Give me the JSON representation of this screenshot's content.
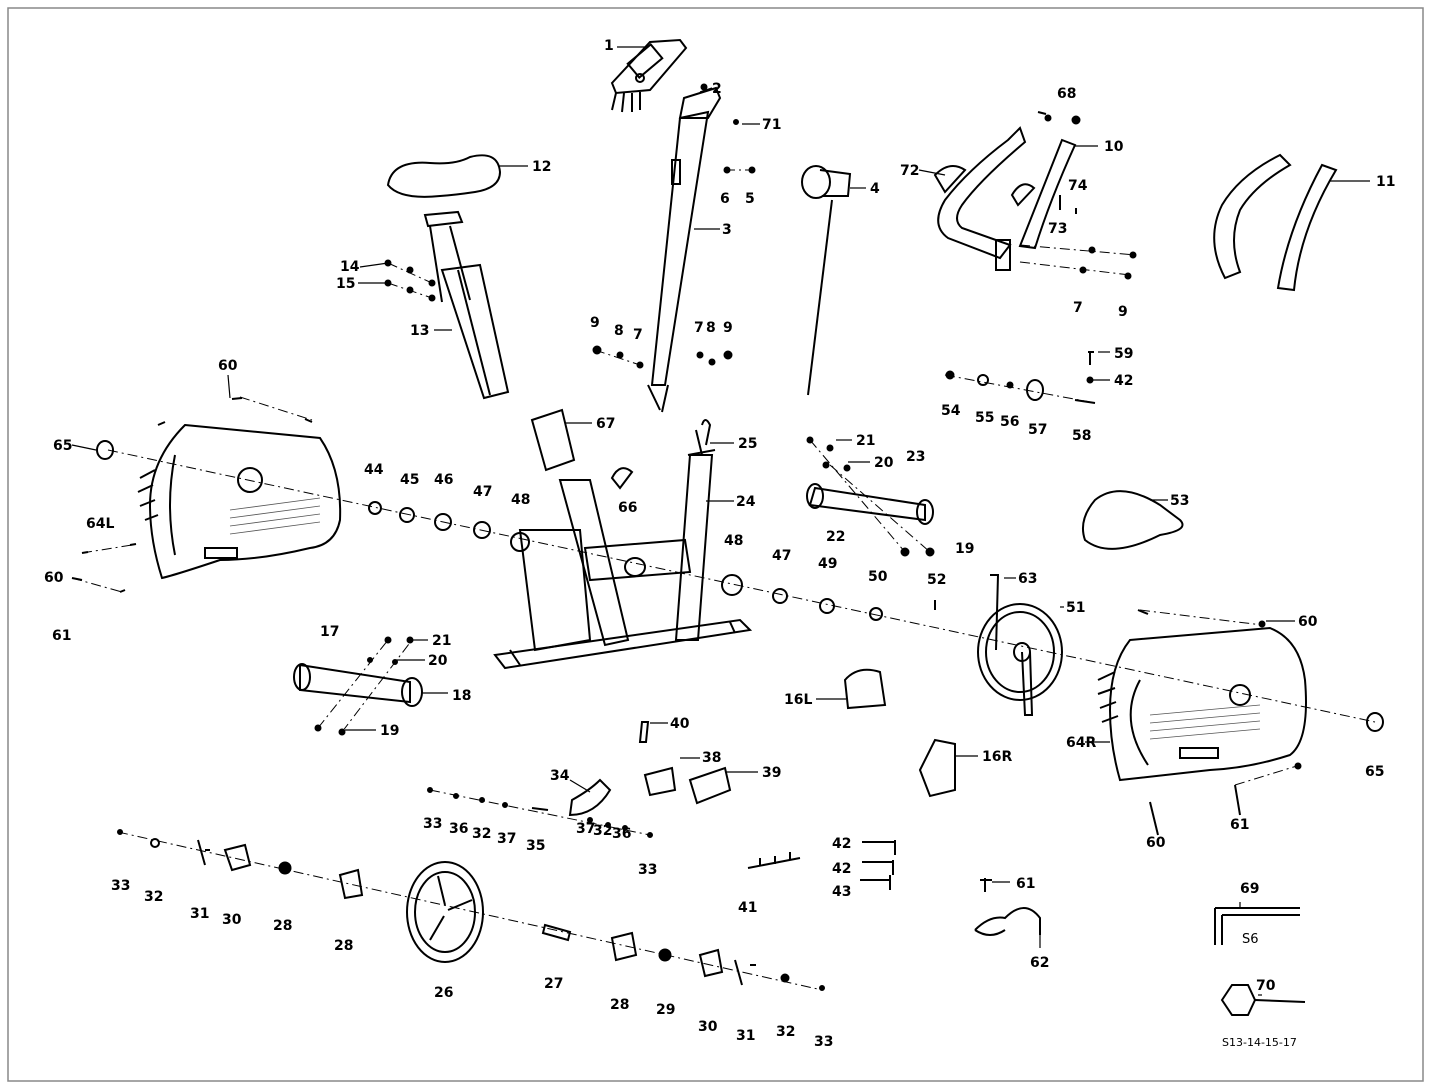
{
  "callouts": [
    {
      "key": "p1",
      "label": "1"
    },
    {
      "key": "p2",
      "label": "2"
    },
    {
      "key": "p71",
      "label": "71"
    },
    {
      "key": "p3",
      "label": "3"
    },
    {
      "key": "p6",
      "label": "6"
    },
    {
      "key": "p5",
      "label": "5"
    },
    {
      "key": "p4",
      "label": "4"
    },
    {
      "key": "p12",
      "label": "12"
    },
    {
      "key": "p14",
      "label": "14"
    },
    {
      "key": "p15",
      "label": "15"
    },
    {
      "key": "p13",
      "label": "13"
    },
    {
      "key": "p9a",
      "label": "9"
    },
    {
      "key": "p8a",
      "label": "8"
    },
    {
      "key": "p7a",
      "label": "7"
    },
    {
      "key": "p7b",
      "label": "7"
    },
    {
      "key": "p8b",
      "label": "8"
    },
    {
      "key": "p9b",
      "label": "9"
    },
    {
      "key": "p68",
      "label": "68"
    },
    {
      "key": "p10",
      "label": "10"
    },
    {
      "key": "p72",
      "label": "72"
    },
    {
      "key": "p74",
      "label": "74"
    },
    {
      "key": "p73",
      "label": "73"
    },
    {
      "key": "p7c",
      "label": "7"
    },
    {
      "key": "p9c",
      "label": "9"
    },
    {
      "key": "p11",
      "label": "11"
    },
    {
      "key": "p59",
      "label": "59"
    },
    {
      "key": "p42a",
      "label": "42"
    },
    {
      "key": "p54",
      "label": "54"
    },
    {
      "key": "p55",
      "label": "55"
    },
    {
      "key": "p56",
      "label": "56"
    },
    {
      "key": "p57",
      "label": "57"
    },
    {
      "key": "p58",
      "label": "58"
    },
    {
      "key": "p60a",
      "label": "60"
    },
    {
      "key": "p65a",
      "label": "65"
    },
    {
      "key": "p64L",
      "label": "64L"
    },
    {
      "key": "p60b",
      "label": "60"
    },
    {
      "key": "p61a",
      "label": "61"
    },
    {
      "key": "p44",
      "label": "44"
    },
    {
      "key": "p45",
      "label": "45"
    },
    {
      "key": "p46",
      "label": "46"
    },
    {
      "key": "p47a",
      "label": "47"
    },
    {
      "key": "p48a",
      "label": "48"
    },
    {
      "key": "p67",
      "label": "67"
    },
    {
      "key": "p25",
      "label": "25"
    },
    {
      "key": "p66",
      "label": "66"
    },
    {
      "key": "p24",
      "label": "24"
    },
    {
      "key": "p21a",
      "label": "21"
    },
    {
      "key": "p20a",
      "label": "20"
    },
    {
      "key": "p23",
      "label": "23"
    },
    {
      "key": "p22",
      "label": "22"
    },
    {
      "key": "p19a",
      "label": "19"
    },
    {
      "key": "p53",
      "label": "53"
    },
    {
      "key": "p48b",
      "label": "48"
    },
    {
      "key": "p47b",
      "label": "47"
    },
    {
      "key": "p49",
      "label": "49"
    },
    {
      "key": "p50",
      "label": "50"
    },
    {
      "key": "p52",
      "label": "52"
    },
    {
      "key": "p63",
      "label": "63"
    },
    {
      "key": "p51",
      "label": "51"
    },
    {
      "key": "p60c",
      "label": "60"
    },
    {
      "key": "p17",
      "label": "17"
    },
    {
      "key": "p21b",
      "label": "21"
    },
    {
      "key": "p20b",
      "label": "20"
    },
    {
      "key": "p18",
      "label": "18"
    },
    {
      "key": "p19b",
      "label": "19"
    },
    {
      "key": "p16L",
      "label": "16L"
    },
    {
      "key": "p64R",
      "label": "64R"
    },
    {
      "key": "p65b",
      "label": "65"
    },
    {
      "key": "p40",
      "label": "40"
    },
    {
      "key": "p38",
      "label": "38"
    },
    {
      "key": "p39",
      "label": "39"
    },
    {
      "key": "p16R",
      "label": "16R"
    },
    {
      "key": "p34",
      "label": "34"
    },
    {
      "key": "p33a",
      "label": "33"
    },
    {
      "key": "p36a",
      "label": "36"
    },
    {
      "key": "p32a",
      "label": "32"
    },
    {
      "key": "p37a",
      "label": "37"
    },
    {
      "key": "p35",
      "label": "35"
    },
    {
      "key": "p37b",
      "label": "37"
    },
    {
      "key": "p32b",
      "label": "32"
    },
    {
      "key": "p36b",
      "label": "36"
    },
    {
      "key": "p33b",
      "label": "33"
    },
    {
      "key": "p60d",
      "label": "60"
    },
    {
      "key": "p61b",
      "label": "61"
    },
    {
      "key": "p42b",
      "label": "42"
    },
    {
      "key": "p42c",
      "label": "42"
    },
    {
      "key": "p43",
      "label": "43"
    },
    {
      "key": "p41",
      "label": "41"
    },
    {
      "key": "p33c",
      "label": "33"
    },
    {
      "key": "p32c",
      "label": "32"
    },
    {
      "key": "p31a",
      "label": "31"
    },
    {
      "key": "p30a",
      "label": "30"
    },
    {
      "key": "p28a",
      "label": "28"
    },
    {
      "key": "p28b",
      "label": "28"
    },
    {
      "key": "p26",
      "label": "26"
    },
    {
      "key": "p27",
      "label": "27"
    },
    {
      "key": "p28c",
      "label": "28"
    },
    {
      "key": "p29",
      "label": "29"
    },
    {
      "key": "p30b",
      "label": "30"
    },
    {
      "key": "p31b",
      "label": "31"
    },
    {
      "key": "p32d",
      "label": "32"
    },
    {
      "key": "p33d",
      "label": "33"
    },
    {
      "key": "p61c",
      "label": "61"
    },
    {
      "key": "p62",
      "label": "62"
    },
    {
      "key": "p69",
      "label": "69"
    },
    {
      "key": "p70",
      "label": "70"
    }
  ],
  "tool_marking": "S6",
  "drawing_code": "S13-14-15-17"
}
